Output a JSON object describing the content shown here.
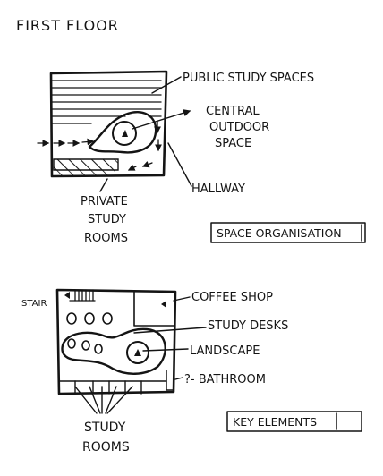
{
  "sheet": {
    "title": "FIRST FLOOR"
  },
  "space_organisation": {
    "label_public": "PUBLIC STUDY SPACES",
    "label_central_line1": "CENTRAL",
    "label_central_line2": "OUTDOOR",
    "label_central_line3": "SPACE",
    "label_hallway": "HALLWAY",
    "label_private_line1": "PRIVATE",
    "label_private_line2": "STUDY",
    "label_private_line3": "ROOMS",
    "caption": "SPACE ORGANISATION"
  },
  "key_elements": {
    "label_stair": "STAIR",
    "label_coffee": "COFFEE SHOP",
    "label_desks": "STUDY DESKS",
    "label_landscape": "LANDSCAPE",
    "label_bathroom": "?- BATHROOM",
    "label_rooms_line1": "STUDY",
    "label_rooms_line2": "ROOMS",
    "caption": "KEY ELEMENTS"
  },
  "colors": {
    "ink": "#141414",
    "paper": "#ffffff"
  }
}
